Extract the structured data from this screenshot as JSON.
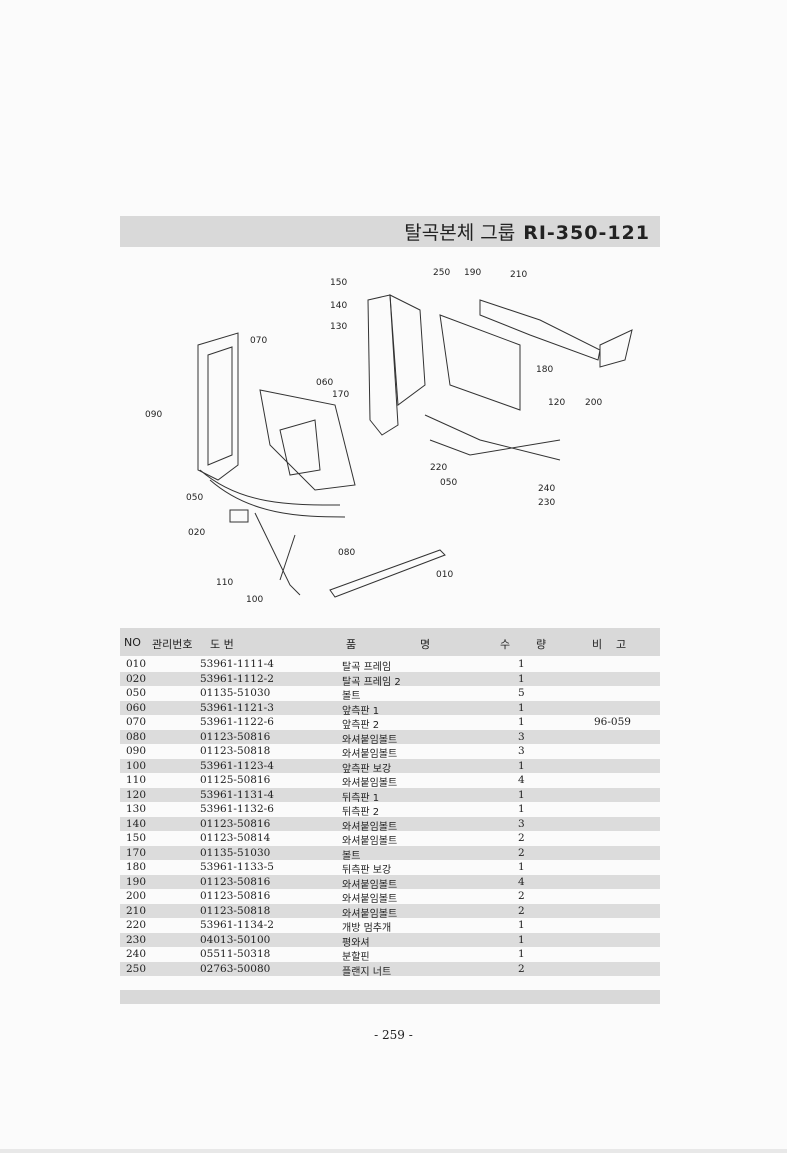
{
  "title": {
    "text": "탈곡본체 그룹",
    "code": "RI-350-121"
  },
  "diagram_labels": [
    "150",
    "250",
    "190",
    "210",
    "140",
    "130",
    "070",
    "060",
    "170",
    "090",
    "180",
    "120",
    "200",
    "220",
    "050",
    "240",
    "230",
    "050",
    "020",
    "080",
    "110",
    "100",
    "010"
  ],
  "table": {
    "headers": {
      "no": "NO",
      "mgmt": "관리번호",
      "drawing": "도 번",
      "name_a": "품",
      "name_b": "명",
      "qty_a": "수",
      "qty_b": "량",
      "note_a": "비",
      "note_b": "고"
    },
    "rows": [
      {
        "no": "010",
        "part": "53961-1111-4",
        "name": "탈곡 프레임",
        "qty": "1",
        "note": ""
      },
      {
        "no": "020",
        "part": "53961-1112-2",
        "name": "탈곡 프레임 2",
        "qty": "1",
        "note": ""
      },
      {
        "no": "050",
        "part": "01135-51030",
        "name": "볼트",
        "qty": "5",
        "note": ""
      },
      {
        "no": "060",
        "part": "53961-1121-3",
        "name": "앞측판 1",
        "qty": "1",
        "note": ""
      },
      {
        "no": "070",
        "part": "53961-1122-6",
        "name": "앞측판 2",
        "qty": "1",
        "note": "96-059"
      },
      {
        "no": "080",
        "part": "01123-50816",
        "name": "와셔붙임볼트",
        "qty": "3",
        "note": ""
      },
      {
        "no": "090",
        "part": "01123-50818",
        "name": "와셔붙임볼트",
        "qty": "3",
        "note": ""
      },
      {
        "no": "100",
        "part": "53961-1123-4",
        "name": "앞측판 보강",
        "qty": "1",
        "note": ""
      },
      {
        "no": "110",
        "part": "01125-50816",
        "name": "와셔붙임볼트",
        "qty": "4",
        "note": ""
      },
      {
        "no": "120",
        "part": "53961-1131-4",
        "name": "뒤측판 1",
        "qty": "1",
        "note": ""
      },
      {
        "no": "130",
        "part": "53961-1132-6",
        "name": "뒤측판 2",
        "qty": "1",
        "note": ""
      },
      {
        "no": "140",
        "part": "01123-50816",
        "name": "와셔붙임볼트",
        "qty": "3",
        "note": ""
      },
      {
        "no": "150",
        "part": "01123-50814",
        "name": "와셔붙임볼트",
        "qty": "2",
        "note": ""
      },
      {
        "no": "170",
        "part": "01135-51030",
        "name": "볼트",
        "qty": "2",
        "note": ""
      },
      {
        "no": "180",
        "part": "53961-1133-5",
        "name": "뒤측판 보강",
        "qty": "1",
        "note": ""
      },
      {
        "no": "190",
        "part": "01123-50816",
        "name": "와셔붙임볼트",
        "qty": "4",
        "note": ""
      },
      {
        "no": "200",
        "part": "01123-50816",
        "name": "와셔붙임볼트",
        "qty": "2",
        "note": ""
      },
      {
        "no": "210",
        "part": "01123-50818",
        "name": "와셔붙임볼트",
        "qty": "2",
        "note": ""
      },
      {
        "no": "220",
        "part": "53961-1134-2",
        "name": "개방 멈추개",
        "qty": "1",
        "note": ""
      },
      {
        "no": "230",
        "part": "04013-50100",
        "name": "평와셔",
        "qty": "1",
        "note": ""
      },
      {
        "no": "240",
        "part": "05511-50318",
        "name": "분할핀",
        "qty": "1",
        "note": ""
      },
      {
        "no": "250",
        "part": "02763-50080",
        "name": "플랜지 너트",
        "qty": "2",
        "note": ""
      }
    ]
  },
  "page_number": "- 259 -"
}
